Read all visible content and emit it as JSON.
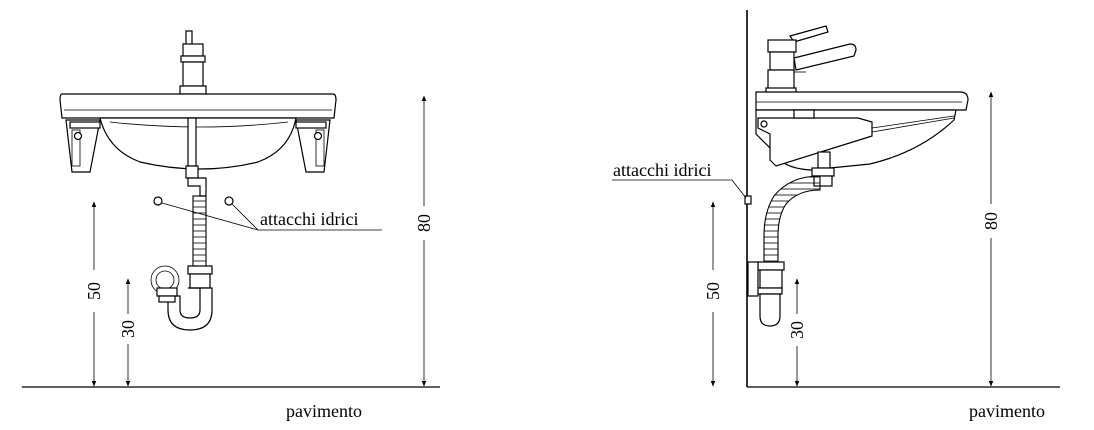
{
  "left_view": {
    "water_label": "attacchi idrici",
    "floor_label": "pavimento",
    "dims": {
      "height_80": "80",
      "height_50": "50",
      "height_30": "30"
    }
  },
  "side_view": {
    "water_label": "attacchi idrici",
    "floor_label": "pavimento",
    "dims": {
      "height_80": "80",
      "height_50": "50",
      "height_30": "30"
    }
  },
  "colors": {
    "line": "#000000",
    "background": "#ffffff"
  }
}
